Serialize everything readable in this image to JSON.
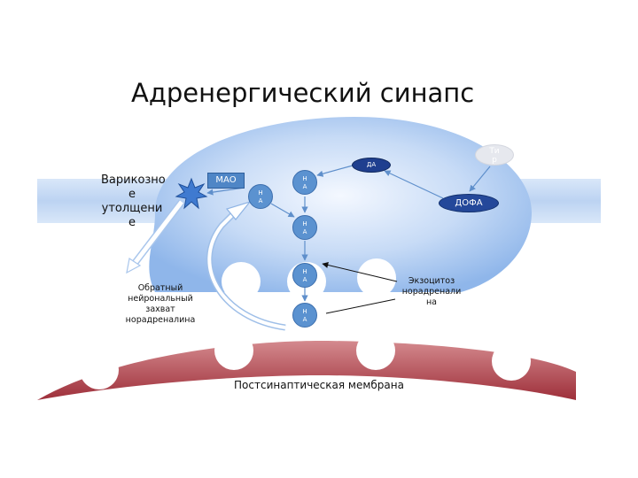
{
  "title": "Адренергический синапс",
  "labels": {
    "varicose_line1": "Варикозно",
    "varicose_line2": "е",
    "varicose_line3": "утолщени",
    "varicose_line4": "е",
    "reuptake_line1": "Обратный",
    "reuptake_line2": "нейрональный",
    "reuptake_line3": "захват",
    "reuptake_line4": "норадреналина",
    "exocytosis_line1": "Экзоцитоз",
    "exocytosis_line2": "норадренали",
    "exocytosis_line3": "на",
    "postsynaptic": "Постсинаптическая мембрана"
  },
  "nodes": {
    "mao": "МАО",
    "na_line1": "Н",
    "na_line2": "А",
    "da": "ДА",
    "dopa": "ДОФА",
    "tyr_line1": "Ти",
    "tyr_line2": "р"
  },
  "colors": {
    "terminal_light": "#dce8fa",
    "terminal_mid": "#9ec1ef",
    "axon_band": "#c9dcf5",
    "postsynaptic_top": "#c06a70",
    "postsynaptic_bottom": "#a83a44",
    "vesicle_fill": "#5b92d0",
    "mao_fill": "#4f86c6",
    "dopa_fill": "#24489a"
  }
}
